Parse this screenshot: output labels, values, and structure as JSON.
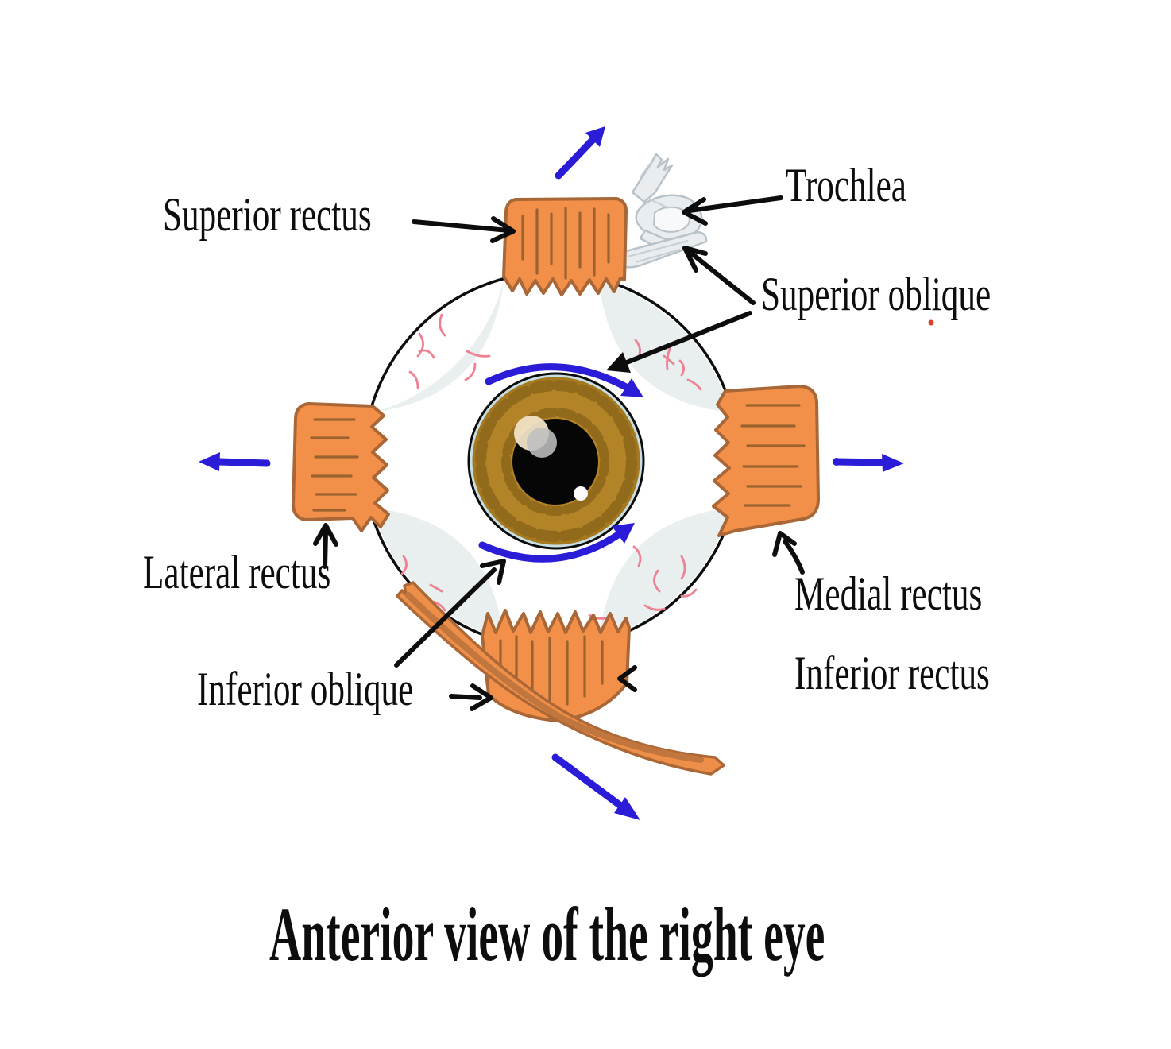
{
  "figure": {
    "title": "Anterior view of the right eye",
    "labels": {
      "superior_rectus": "Superior rectus",
      "trochlea": "Trochlea",
      "superior_oblique": "Superior oblique",
      "lateral_rectus": "Lateral rectus",
      "inferior_oblique": "Inferior oblique",
      "medial_rectus": "Medial rectus",
      "inferior_rectus": "Inferior rectus"
    },
    "colors": {
      "muscle_orange": "#F29049",
      "muscle_outline": "#A96636",
      "muscle_stripe": "#9A622F",
      "iris_brown": "#B28427",
      "iris_mottle": "#8E671B",
      "pupil_black": "#060606",
      "direction_arrow_blue": "#2B1CD8",
      "pointer_black": "#0D0D0D",
      "sclera_tint": "#E9EFEF",
      "vessel_pink": "#EF8193",
      "trochlea_gray": "#E9EDEF"
    }
  }
}
